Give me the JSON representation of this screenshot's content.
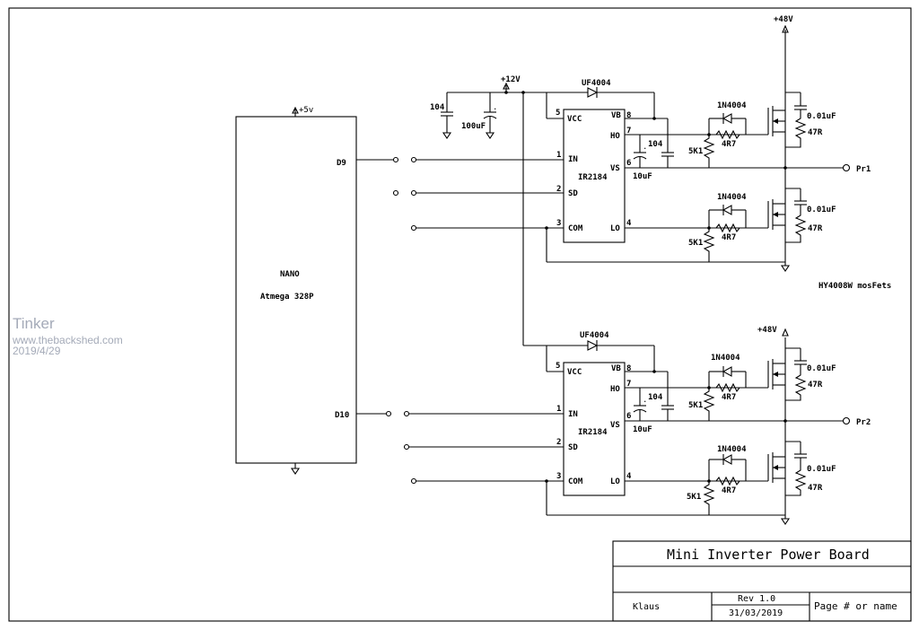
{
  "watermark": {
    "name": "Tinker",
    "site": "www.thebackshed.com",
    "date": "2019/4/29"
  },
  "supplies": {
    "v5": "+5v",
    "v12": "+12V",
    "v48a": "+48V",
    "v48b": "+48V"
  },
  "mcu": {
    "name": "NANO",
    "chip": "Atmega 328P",
    "pin_d9": "D9",
    "pin_d10": "D10"
  },
  "driver1": {
    "name": "IR2184",
    "diode": "UF4004",
    "cap_boot": "104",
    "cap_tant": "10uF",
    "pins": {
      "vcc": "VCC",
      "in": "IN",
      "sd": "SD",
      "com": "COM",
      "vb": "VB",
      "ho": "HO",
      "vs": "VS",
      "lo": "LO",
      "n5": "5",
      "n1": "1",
      "n2": "2",
      "n3": "3",
      "n8": "8",
      "n7": "7",
      "n6": "6",
      "n4": "4"
    }
  },
  "driver2": {
    "name": "IR2184",
    "diode": "UF4004",
    "cap_boot": "104",
    "cap_tant": "10uF",
    "pins": {
      "vcc": "VCC",
      "in": "IN",
      "sd": "SD",
      "com": "COM",
      "vb": "VB",
      "ho": "HO",
      "vs": "VS",
      "lo": "LO",
      "n5": "5",
      "n1": "1",
      "n2": "2",
      "n3": "3",
      "n8": "8",
      "n7": "7",
      "n6": "6",
      "n4": "4"
    }
  },
  "decoupling": {
    "c104": "104",
    "c100u": "100uF"
  },
  "gate_parts": {
    "diode": "1N4004",
    "rg": "4R7",
    "rgs": "5K1",
    "snub_c": "0.01uF",
    "snub_r": "47R"
  },
  "outputs": {
    "pr1": "Pr1",
    "pr2": "Pr2"
  },
  "mosfet_note": "HY4008W mosFets",
  "title_block": {
    "title": "Mini Inverter Power Board",
    "author": "Klaus",
    "rev": "Rev 1.0",
    "date": "31/03/2019",
    "page": "Page # or name"
  }
}
